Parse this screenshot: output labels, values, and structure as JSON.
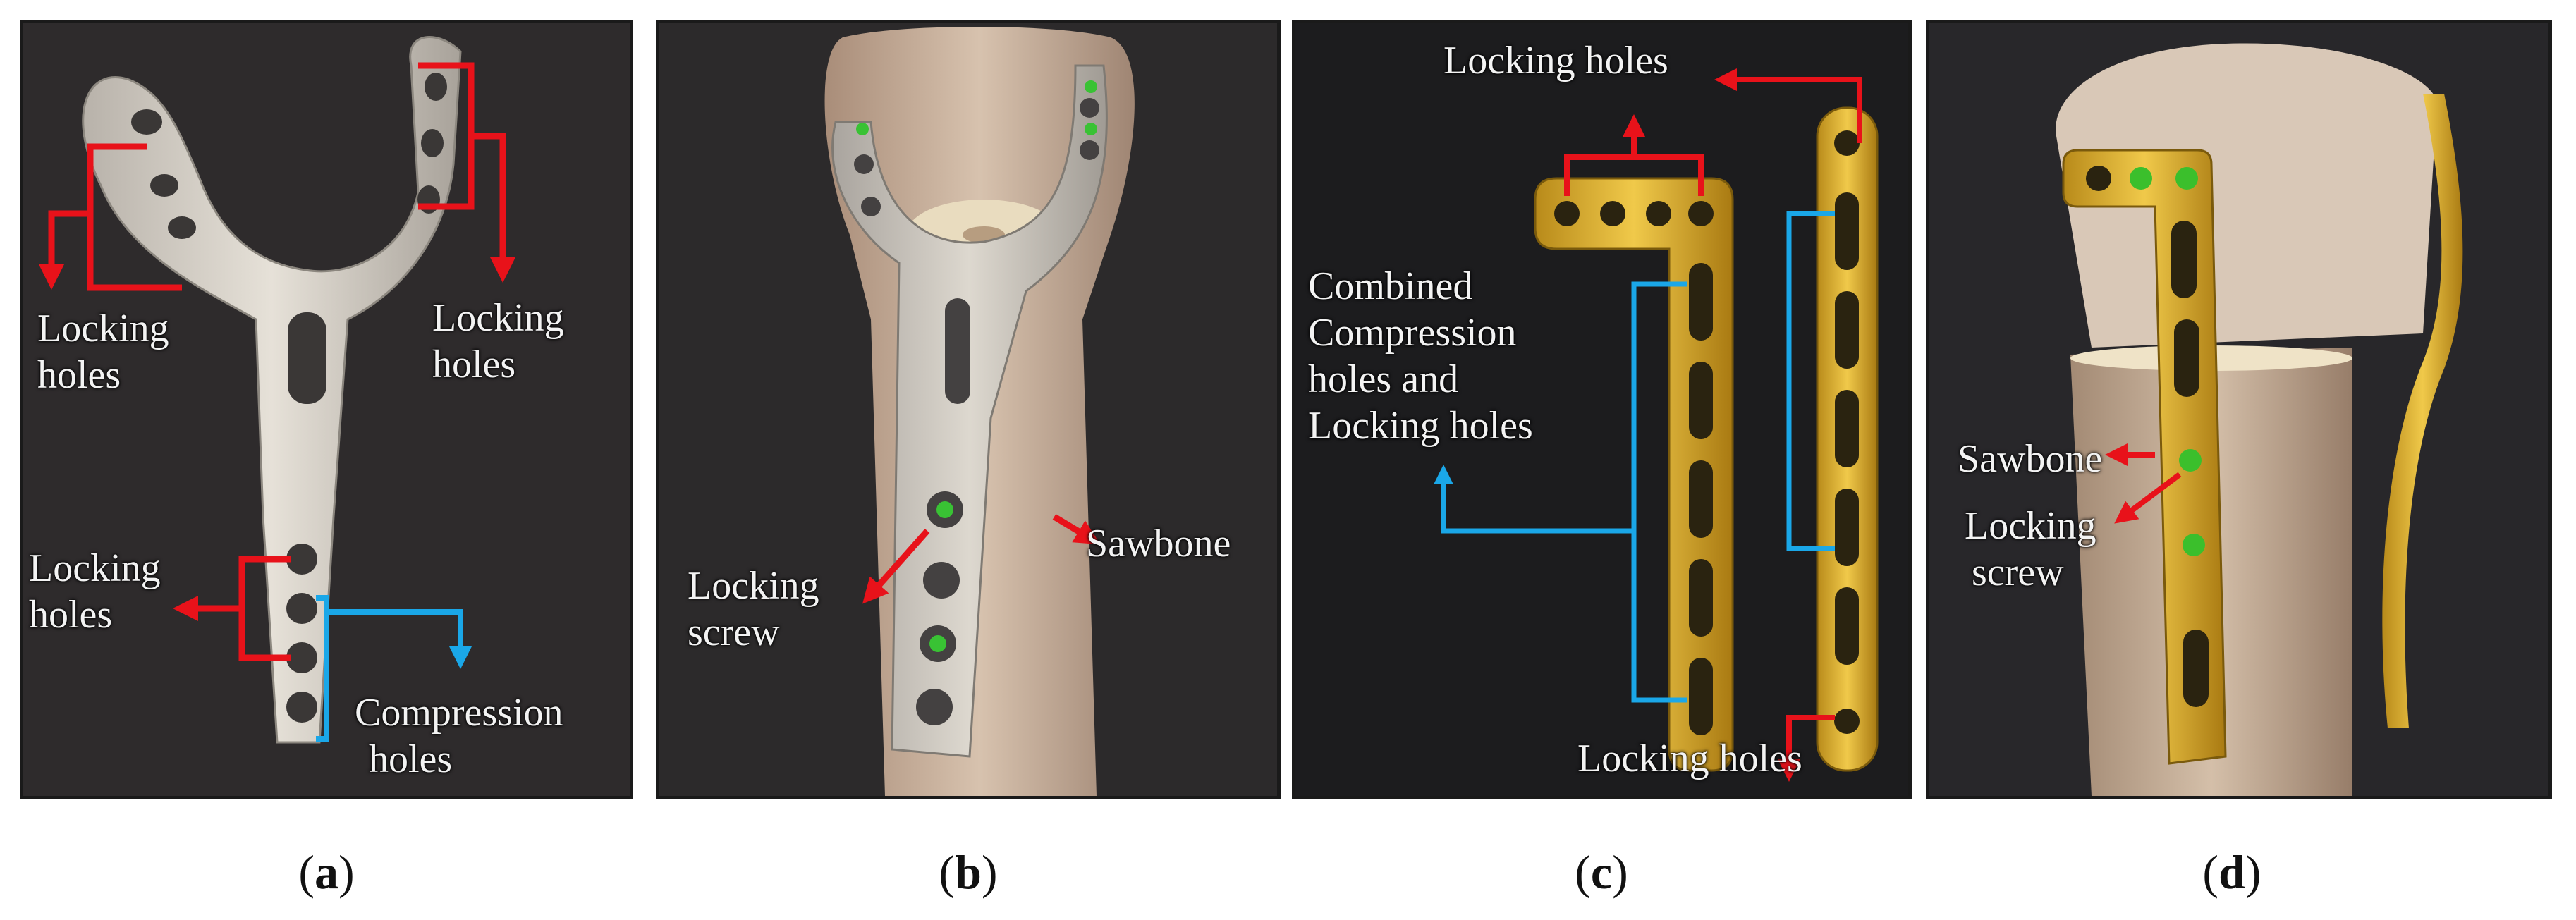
{
  "figure": {
    "panels": [
      {
        "id": "a",
        "caption_letter": "a",
        "labels": {
          "locking_left": [
            "Locking",
            "holes"
          ],
          "locking_right": [
            "Locking",
            "holes"
          ],
          "locking_bottom": [
            "Locking",
            "holes"
          ],
          "compression": [
            "Compression",
            "holes"
          ]
        }
      },
      {
        "id": "b",
        "caption_letter": "b",
        "labels": {
          "locking_screw": [
            "Locking",
            "screw"
          ],
          "sawbone": "Sawbone"
        }
      },
      {
        "id": "c",
        "caption_letter": "c",
        "labels": {
          "locking_top": "Locking holes",
          "combined": [
            "Combined",
            "Compression",
            "holes and",
            "Locking holes"
          ],
          "locking_bottom": "Locking holes"
        }
      },
      {
        "id": "d",
        "caption_letter": "d",
        "labels": {
          "sawbone": "Sawbone",
          "locking_screw": [
            "Locking",
            "screw"
          ]
        }
      }
    ],
    "colors": {
      "arrow_locking": "#e8121a",
      "arrow_compression": "#1aa7e8",
      "panel_bg_a": "#2e2b2c",
      "panel_bg_b": "#2c2a2b",
      "panel_bg_c": "#1c1c1e",
      "panel_bg_d": "#28272a"
    }
  }
}
